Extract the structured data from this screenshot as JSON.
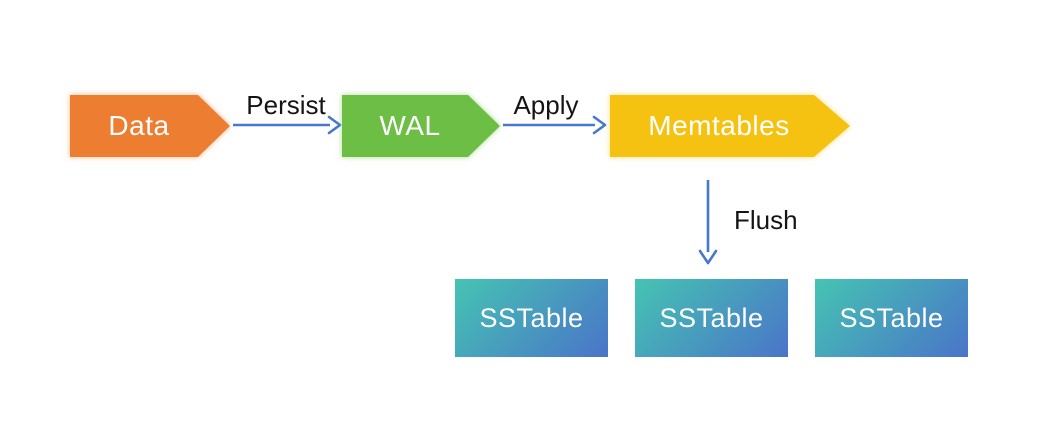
{
  "nodes": {
    "data": {
      "label": "Data"
    },
    "wal": {
      "label": "WAL"
    },
    "memtables": {
      "label": "Memtables"
    },
    "sstables": [
      {
        "label": "SSTable"
      },
      {
        "label": "SSTable"
      },
      {
        "label": "SSTable"
      }
    ]
  },
  "edges": {
    "persist": {
      "label": "Persist"
    },
    "apply": {
      "label": "Apply"
    },
    "flush": {
      "label": "Flush"
    }
  },
  "colors": {
    "background": "#FFFFFF",
    "data_fill": "#ED7D31",
    "wal_fill": "#6CBE45",
    "memtables_fill": "#F5C211",
    "sstable_gradient_start": "#45C4B2",
    "sstable_gradient_end": "#4A74C9",
    "arrow": "#4678CD",
    "node_text": "#FFFFFF",
    "edge_label_text": "#141414"
  }
}
